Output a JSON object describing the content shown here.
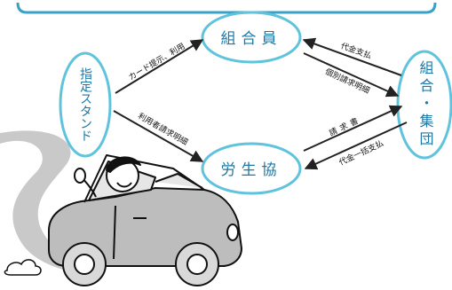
{
  "nodes": {
    "member": "組合員",
    "union": "組合・集団",
    "designated_stand": "指定スタンド",
    "rokyo": "労生協"
  },
  "arrows": {
    "card_use": "カード提示、利用",
    "payment": "代金支払",
    "individual_billing": "個別請求明細",
    "usage_billing": "利用者請求明細",
    "collective_billing": "請求書",
    "bulk_payment": "代金一括支払"
  },
  "colors": {
    "node_blue": "#5fc3dc",
    "node_text": "#1e78a6",
    "arrow": "#222222",
    "top_bar": "#3aa0c8"
  }
}
